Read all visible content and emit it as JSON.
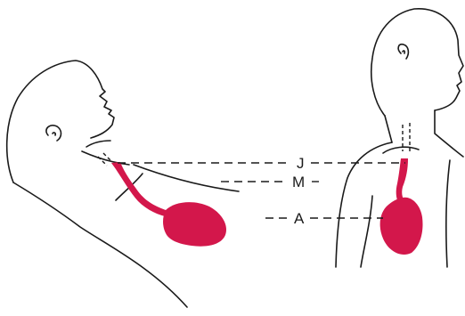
{
  "labels": {
    "j": "J",
    "m": "M",
    "a": "A"
  },
  "colors": {
    "vessel": "#d3174b",
    "outline": "#1a1a1a",
    "background": "#ffffff"
  }
}
